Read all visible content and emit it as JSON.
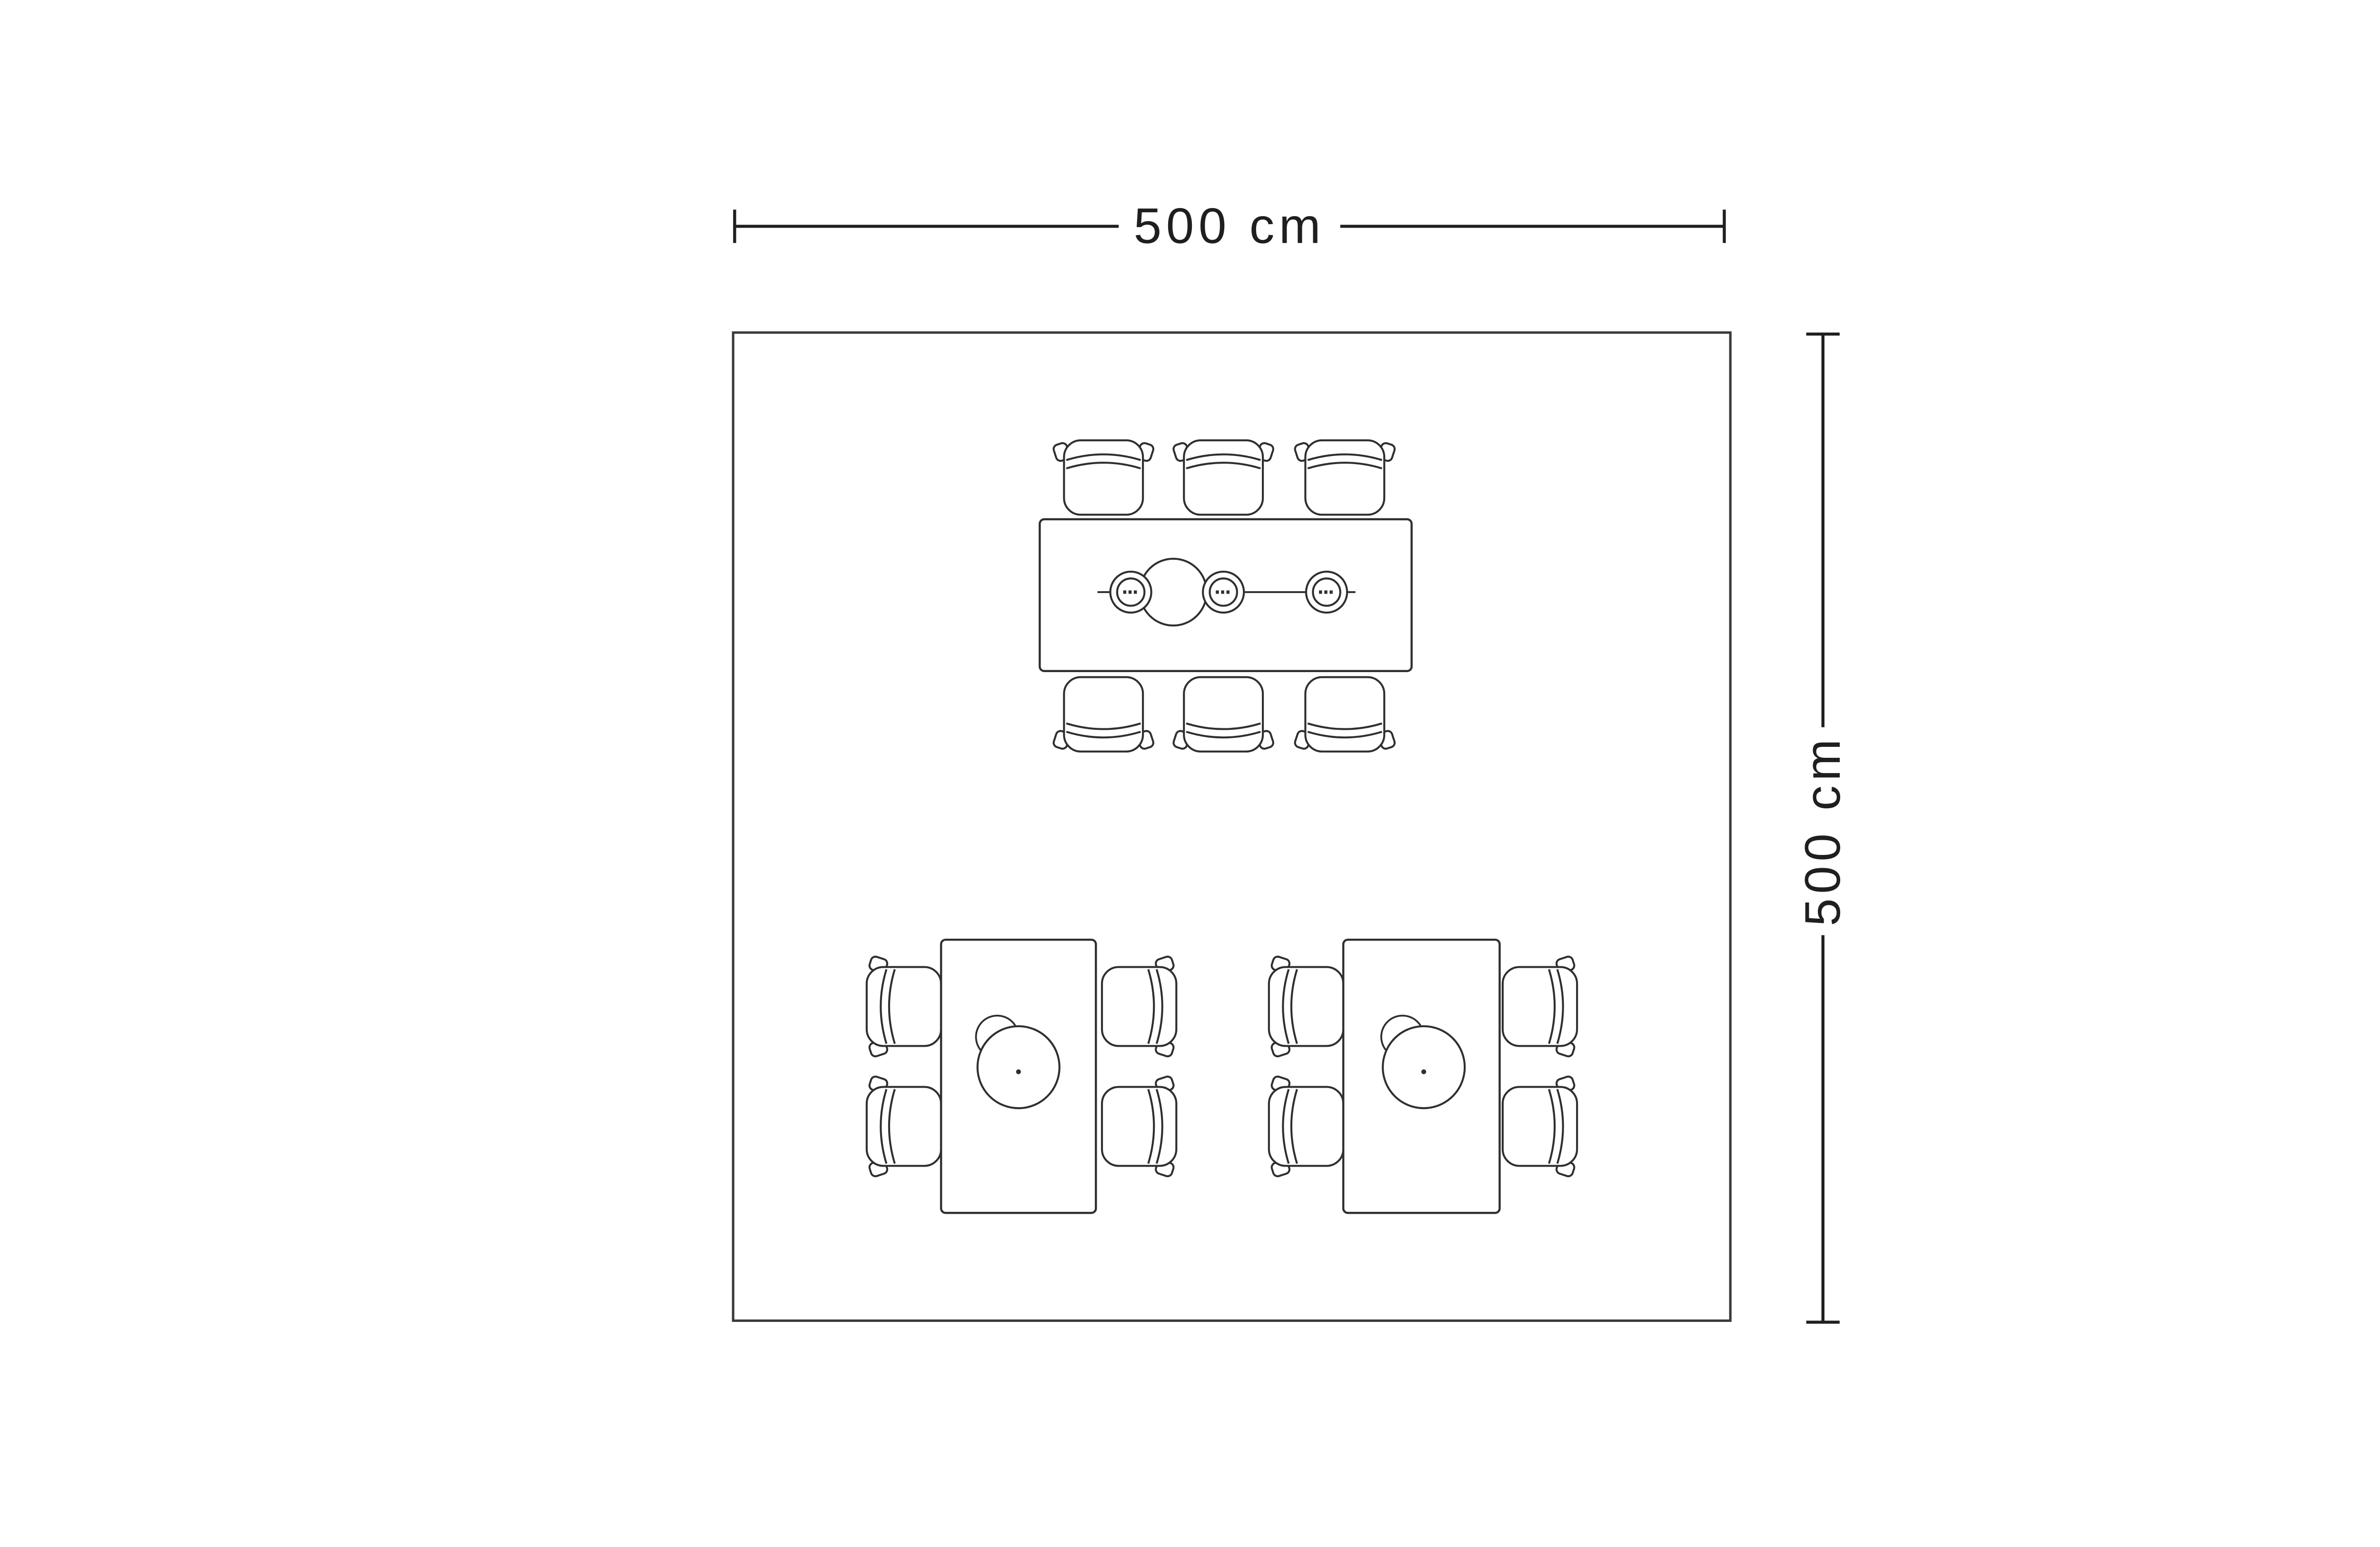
{
  "canvas": {
    "background": "#ffffff",
    "line_color": "#2f2f2f"
  },
  "dimensions": {
    "width": {
      "label": "500 cm"
    },
    "height": {
      "label": "500 cm"
    }
  },
  "room": {
    "type": "square-room-floor-plan",
    "furniture": [
      {
        "name": "dining-table",
        "chairs": 6,
        "position": "top-center",
        "centerpiece": "plates-and-bowl"
      },
      {
        "name": "small-table",
        "chairs": 4,
        "position": "bottom-left",
        "centerpiece": "round-object"
      },
      {
        "name": "small-table",
        "chairs": 4,
        "position": "bottom-right",
        "centerpiece": "round-object"
      }
    ]
  }
}
